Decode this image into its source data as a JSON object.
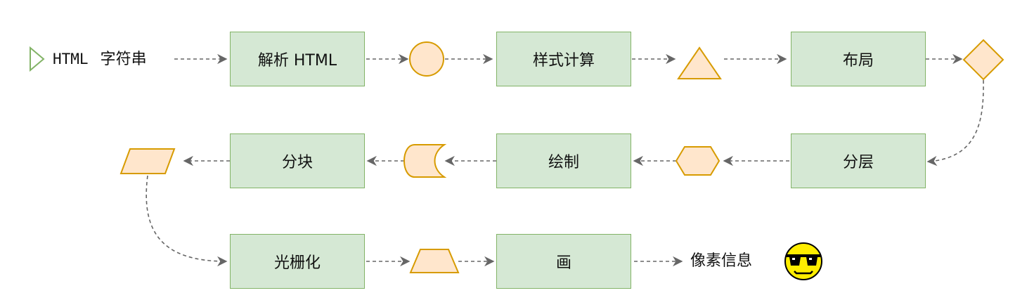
{
  "input_label_prefix": "HTML",
  "input_label_suffix": "字符串",
  "steps": {
    "parse_html": "解析 HTML",
    "style_calc": "样式计算",
    "layout": "布局",
    "layering": "分层",
    "paint": "绘制",
    "tiling": "分块",
    "rasterize": "光栅化",
    "draw": "画"
  },
  "output_label": "像素信息",
  "colors": {
    "box_fill": "#d5e8d4",
    "box_stroke": "#82b366",
    "shape_fill": "#ffe6cc",
    "shape_stroke": "#d79b00",
    "arrow": "#666666",
    "start_marker": "#82b366",
    "emoji_face": "#ffee00"
  },
  "icons": {
    "start": "triangle-right-icon",
    "end": "cool-sunglasses-emoji-icon"
  }
}
